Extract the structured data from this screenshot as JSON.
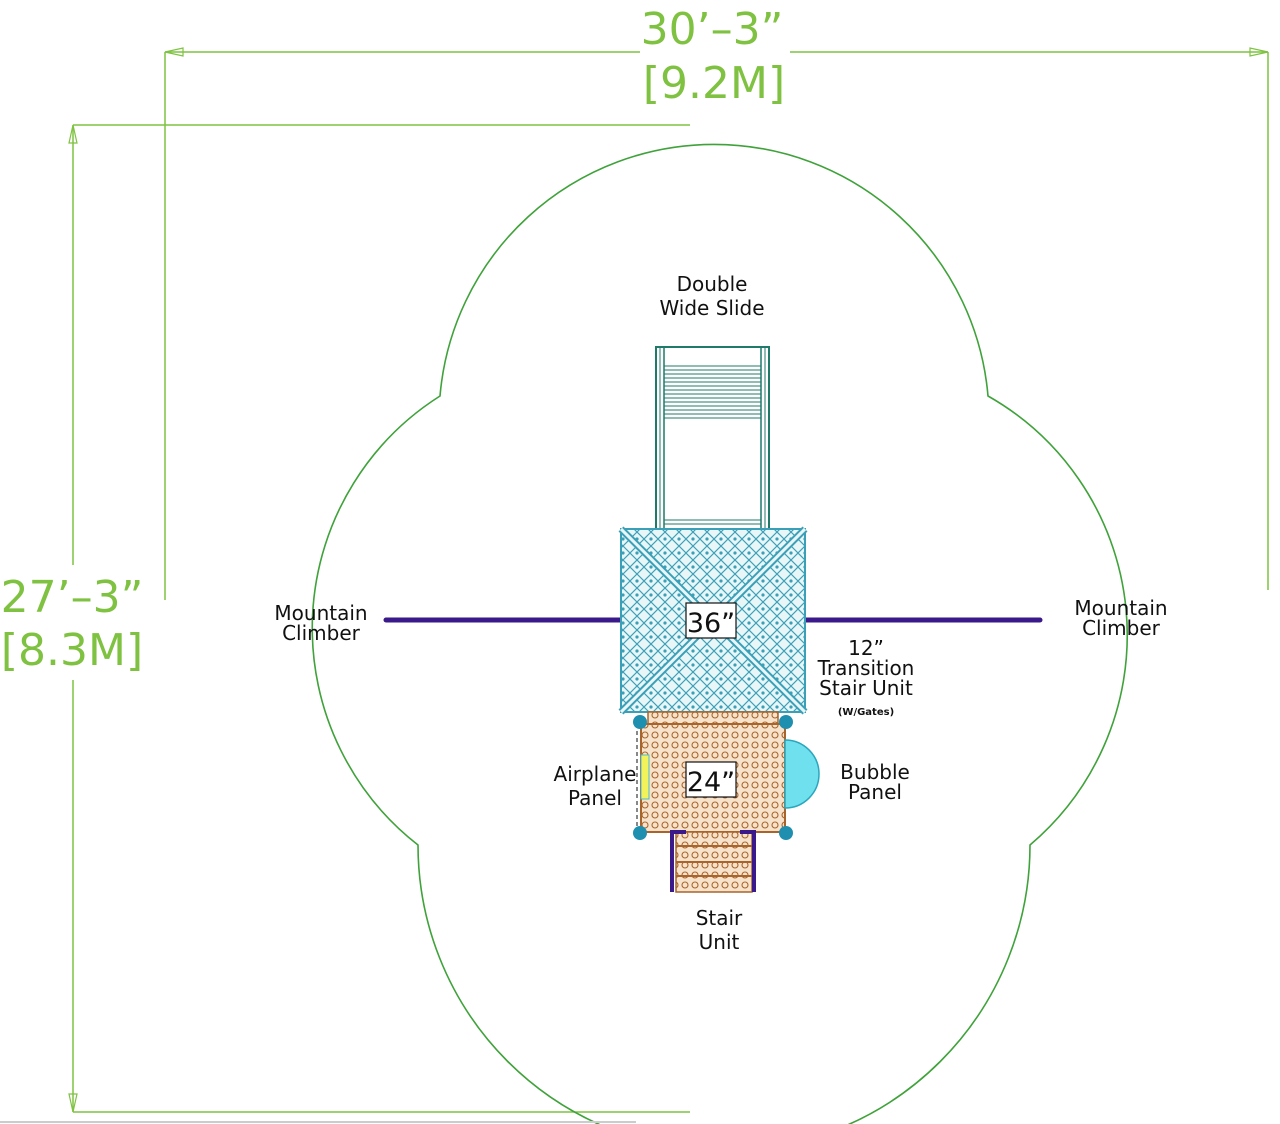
{
  "dimensions": {
    "width_imperial": "30’–3”",
    "width_metric": "[9.2M]",
    "depth_imperial": "27’–3”",
    "depth_metric": "[8.3M]"
  },
  "deck_heights": {
    "upper_deck": "36”",
    "lower_deck": "24”"
  },
  "components": {
    "slide_line1": "Double",
    "slide_line2": "Wide Slide",
    "climber_left_line1": "Mountain",
    "climber_left_line2": "Climber",
    "climber_right_line1": "Mountain",
    "climber_right_line2": "Climber",
    "transition_line1": "12”",
    "transition_line2": "Transition",
    "transition_line3": "Stair Unit",
    "transition_note": "(W/Gates)",
    "airplane_line1": "Airplane",
    "airplane_line2": "Panel",
    "bubble_line1": "Bubble",
    "bubble_line2": "Panel",
    "stair_line1": "Stair",
    "stair_line2": "Unit"
  },
  "colors": {
    "dimension_lines": "#7fc241",
    "safety_zone": "#3fa23a",
    "deck_36": "#59b6c6",
    "deck_24": "#c8884d",
    "climber": "#3a1a8a",
    "slide": "#1f7a6a",
    "bubble_panel": "#6fe0ee",
    "airplane_panel": "#f2f25a",
    "post": "#1f8fb0"
  }
}
